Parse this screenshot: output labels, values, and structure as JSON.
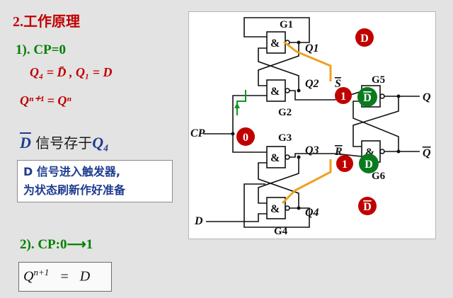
{
  "section_heading": "2.工作原理",
  "case1": {
    "label": "1). CP=0",
    "equation1": "Q₄ = D̄ , Q₁ = D",
    "equation2": "Qⁿ⁺¹ = Qⁿ",
    "store_prefix": "D",
    "store_text": " 信号存于",
    "store_suffix": "Q₄",
    "note_line1": "D 信号进入触发器,",
    "note_line2": "为状态刷新作好准备"
  },
  "case2": {
    "label": "2). CP:0⟶1",
    "formula_q": "Q",
    "formula_sup": "n+1",
    "formula_eq": "=",
    "formula_rhs": "D"
  },
  "diagram": {
    "gate_symbol": "&",
    "gates": [
      "G1",
      "G2",
      "G3",
      "G4",
      "G5",
      "G6"
    ],
    "signals": {
      "q1": "Q1",
      "q2": "Q2",
      "q3": "Q3",
      "q4": "Q4",
      "s_bar": "S",
      "r_bar": "R",
      "cp": "CP",
      "d": "D",
      "q": "Q",
      "q_bar": "Q"
    },
    "markers": {
      "cp_value": "0",
      "s_value": "1",
      "r_value": "1",
      "d_top": "D",
      "d_mid": "D",
      "d_low": "D",
      "d_bottom": "D"
    },
    "colors": {
      "marker_red": "#c00000",
      "marker_green": "#0a7a1e",
      "path_orange": "#f0a020",
      "cp_arrow": "#0a9a1e"
    }
  }
}
